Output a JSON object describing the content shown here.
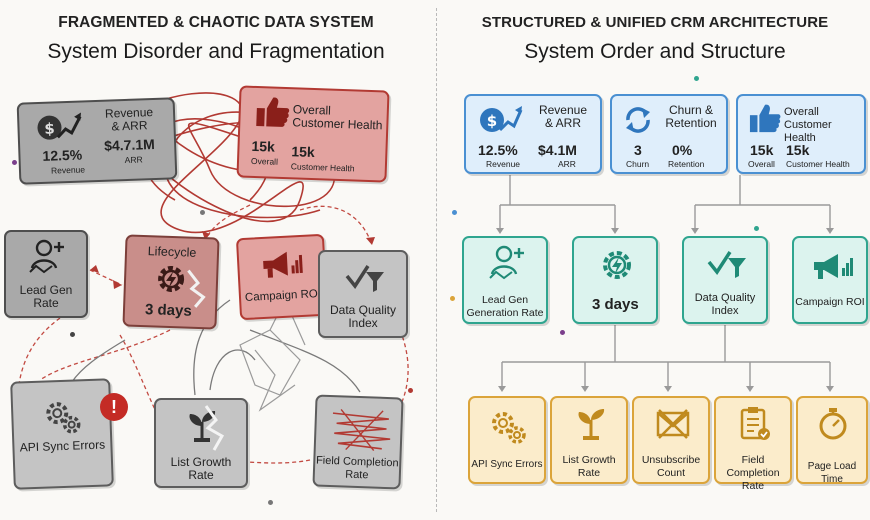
{
  "left": {
    "heading": "FRAGMENTED & CHAOTIC DATA SYSTEM",
    "subheading": "System Disorder and Fragmentation",
    "revenue": {
      "title_l1": "Revenue",
      "title_l2": "& ARR",
      "pct": "12.5%",
      "pct_label": "Revenue",
      "amount": "$4.7.1M",
      "amount_label": "ARR"
    },
    "health": {
      "title_l1": "Overall",
      "title_l2": "Customer Health",
      "v1": "15k",
      "v1_label": "Overall",
      "v2": "15k",
      "v2_label": "Customer Health"
    },
    "leadgen": {
      "l1": "Lead Gen",
      "l2": "Rate"
    },
    "lifecycle": {
      "title": "Lifecycle",
      "value": "3 days"
    },
    "campaign": {
      "label": "Campaign ROI"
    },
    "dataquality": {
      "l1": "Data Quality",
      "l2": "Index"
    },
    "apisync": {
      "label": "API Sync Errors",
      "alert": "!"
    },
    "listgrowth": {
      "l1": "List Growth",
      "l2": "Rate"
    },
    "fieldcompletion": {
      "l1": "Field Completion",
      "l2": "Rate"
    }
  },
  "right": {
    "heading": "STRUCTURED & UNIFIED CRM ARCHITECTURE",
    "subheading": "System Order and Structure",
    "revenue": {
      "title_l1": "Revenue",
      "title_l2": "& ARR",
      "pct": "12.5%",
      "pct_label": "Revenue",
      "amount": "$4.1M",
      "amount_label": "ARR"
    },
    "churn": {
      "title_l1": "Churn &",
      "title_l2": "Retention",
      "v1": "3",
      "v1_label": "Churn",
      "v2": "0%",
      "v2_label": "Retention"
    },
    "health": {
      "title_l1": "Overall",
      "title_l2": "Customer Health",
      "v1": "15k",
      "v1_label": "Overall",
      "v2": "15k",
      "v2_label": "Customer Health"
    },
    "leadgen": {
      "l1": "Lead Gen",
      "l2": "Generation Rate"
    },
    "lifecycle": {
      "value": "3 days"
    },
    "dataquality": {
      "l1": "Data Quality",
      "l2": "Index"
    },
    "campaign": {
      "label": "Campaign ROI"
    },
    "apisync": {
      "label": "API Sync Errors"
    },
    "listgrowth": {
      "l1": "List Growth",
      "l2": "Rate"
    },
    "unsubscribe": {
      "l1": "Unsubscribe",
      "l2": "Count"
    },
    "fieldcompletion": {
      "l1": "Field Completion",
      "l2": "Rate"
    },
    "pageload": {
      "label": "Page Load Time"
    }
  },
  "colors": {
    "red": "#b23a33",
    "gray": "#4e4e4e",
    "blue": "#4a90d2",
    "teal": "#2fa58f",
    "gold": "#dba43a"
  },
  "icons": [
    "dollar-growth-icon",
    "thumbs-up-icon",
    "user-plus-icon",
    "gear-bolt-icon",
    "megaphone-icon",
    "check-filter-icon",
    "gears-icon",
    "sprout-icon",
    "checklist-icon",
    "refresh-icon",
    "unsubscribe-icon",
    "stopwatch-icon",
    "alert-icon"
  ]
}
